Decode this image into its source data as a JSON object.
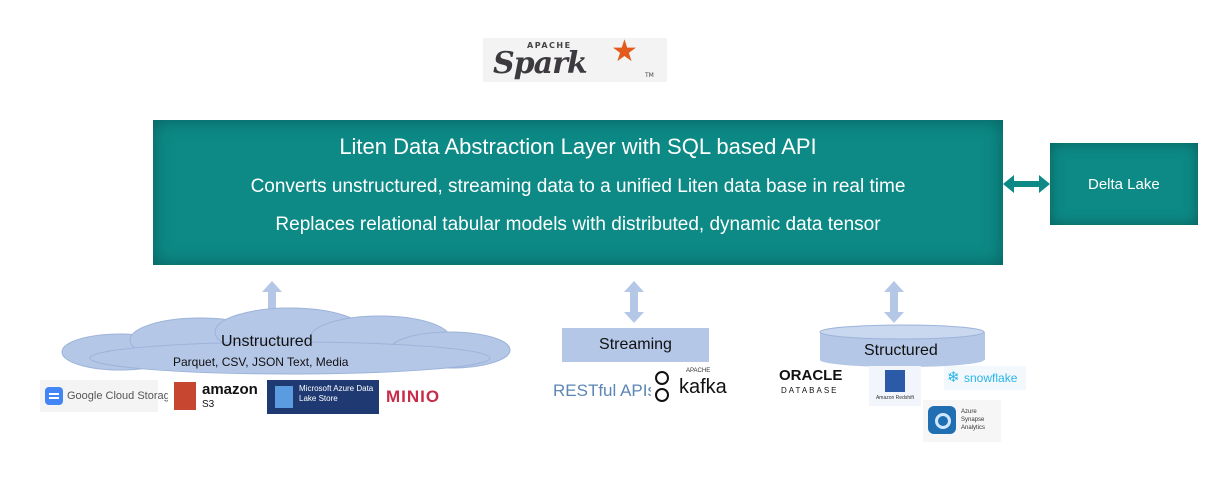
{
  "spark_logo": {
    "apache": "APACHE",
    "word": "Spark",
    "tm": "TM"
  },
  "main_box": {
    "title": "Liten Data Abstraction Layer with SQL based API",
    "line2": "Converts unstructured, streaming data to a unified Liten data base in real time",
    "line3": "Replaces relational tabular models with distributed, dynamic data tensor"
  },
  "delta_lake": {
    "label": "Delta Lake"
  },
  "unstructured": {
    "title": "Unstructured",
    "subtitle": "Parquet, CSV, JSON Text, Media",
    "logos": {
      "gcs": "Google Cloud Storage",
      "s3_amazon": "amazon",
      "s3_label": "S3",
      "azure_lake": "Microsoft Azure Data Lake Store",
      "minio": "MINIO"
    }
  },
  "streaming": {
    "title": "Streaming",
    "logos": {
      "restful": "RESTful APIs",
      "kafka_apache": "APACHE",
      "kafka": "kafka"
    }
  },
  "structured": {
    "title": "Structured",
    "logos": {
      "oracle": "ORACLE",
      "oracle_sub": "DATABASE",
      "redshift": "Amazon Redshift",
      "snowflake": "snowflake",
      "synapse": "Azure Synapse Analytics"
    }
  },
  "colors": {
    "teal": "#0d8a86",
    "light_blue": "#b4c7e7",
    "arrow": "#b4c7e7",
    "spark_orange": "#e25a1c"
  }
}
